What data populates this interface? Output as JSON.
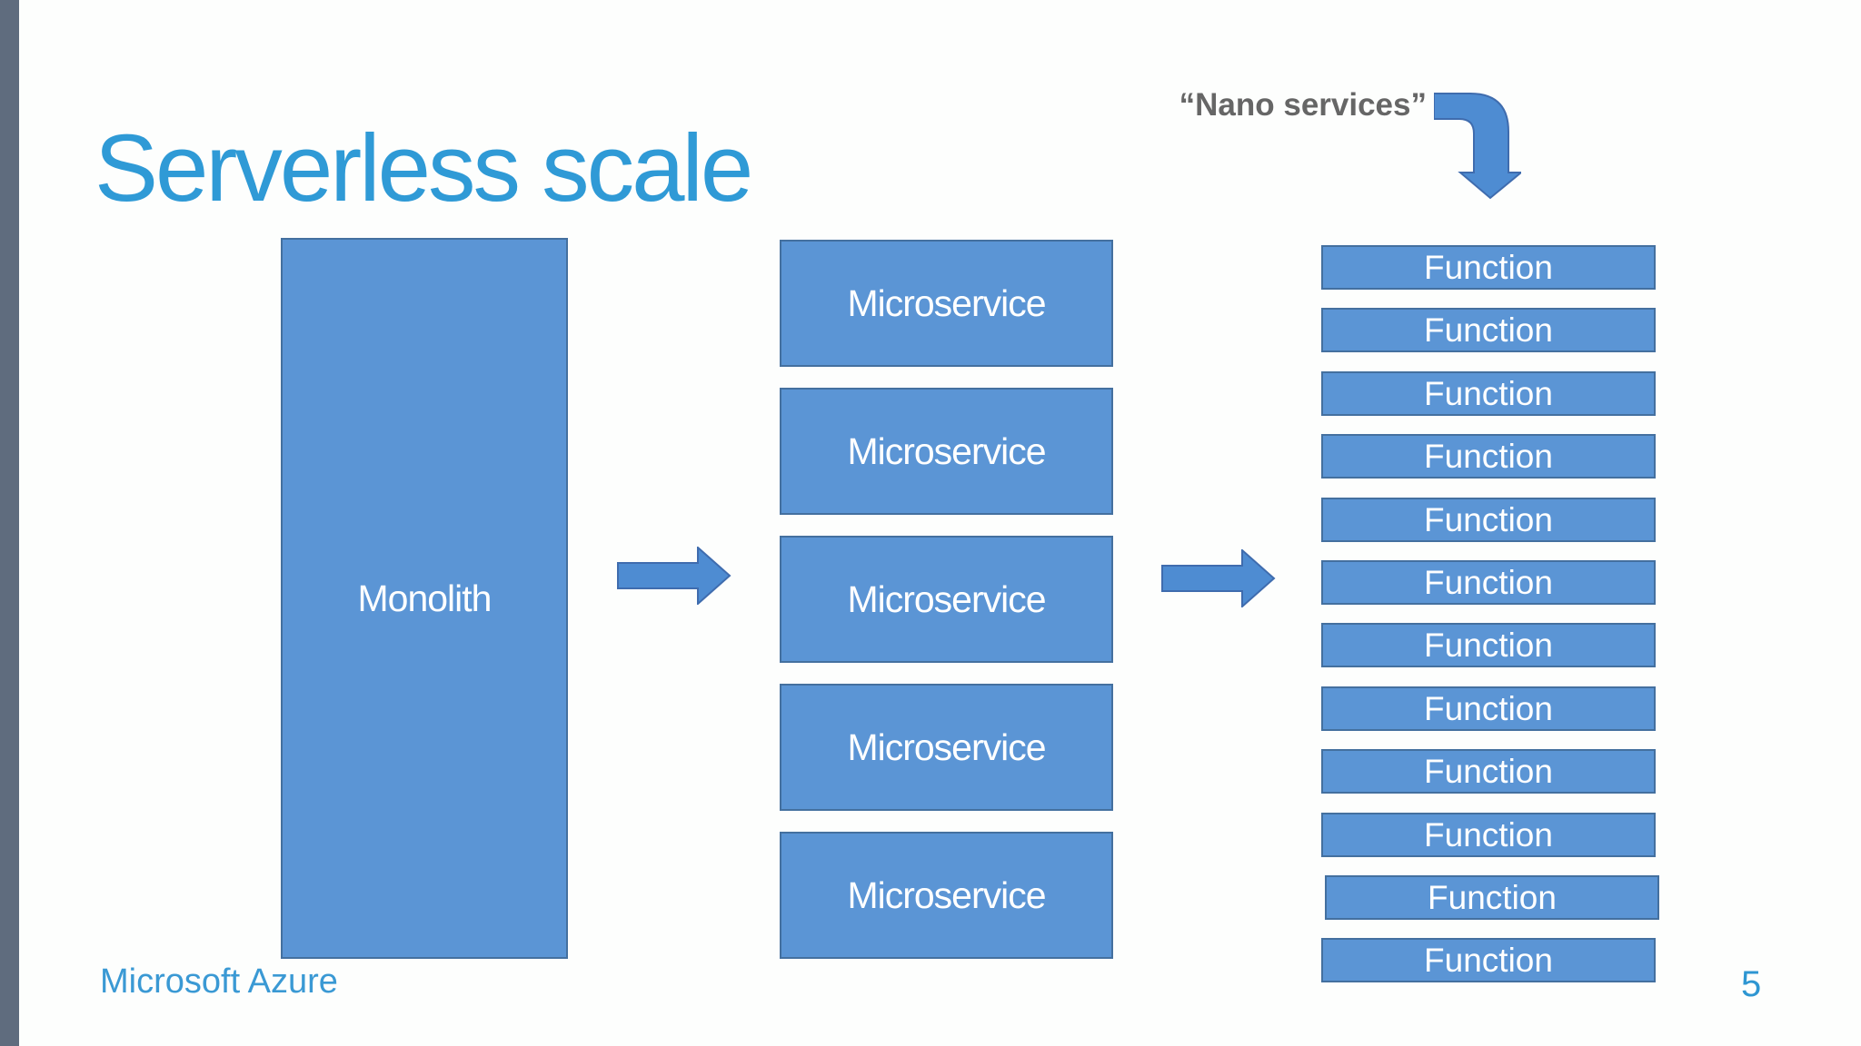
{
  "slide": {
    "title": "Serverless scale",
    "footer_brand": "Microsoft Azure",
    "page_number": "5"
  },
  "annotation": {
    "label": "“Nano services”"
  },
  "diagram": {
    "monolith": {
      "label": "Monolith"
    },
    "microservices": [
      {
        "label": "Microservice"
      },
      {
        "label": "Microservice"
      },
      {
        "label": "Microservice"
      },
      {
        "label": "Microservice"
      },
      {
        "label": "Microservice"
      }
    ],
    "functions": [
      {
        "label": "Function"
      },
      {
        "label": "Function"
      },
      {
        "label": "Function"
      },
      {
        "label": "Function"
      },
      {
        "label": "Function"
      },
      {
        "label": "Function"
      },
      {
        "label": "Function"
      },
      {
        "label": "Function"
      },
      {
        "label": "Function"
      },
      {
        "label": "Function"
      },
      {
        "label": "Function"
      },
      {
        "label": "Function"
      }
    ]
  },
  "colors": {
    "box_fill": "#5b95d5",
    "box_border": "#44709f",
    "arrow_fill": "#4e8cd2",
    "arrow_border": "#3f6cae",
    "title_blue": "#2f9ad6",
    "footer_blue": "#3a99d4",
    "annotation_gray": "#666666",
    "edge_strip_gray": "#5f6c7e"
  }
}
